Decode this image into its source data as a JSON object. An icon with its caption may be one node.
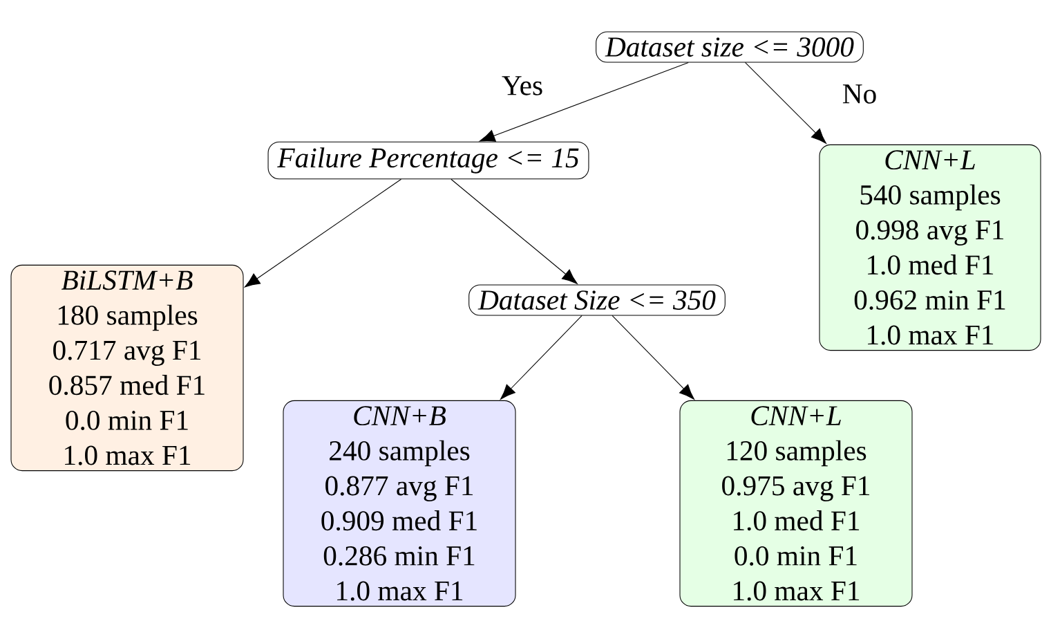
{
  "diagram": {
    "nodes": [
      {
        "text": [
          "Dataset size <= 3000"
        ]
      },
      {
        "text": [
          "Failure Percentage <= 15"
        ]
      },
      {
        "text": [
          "CNN+L",
          "540 samples",
          "0.998 avg F1",
          "1.0 med F1",
          "0.962 min F1",
          "1.0 max F1"
        ]
      },
      {
        "text": [
          "BiLSTM+B",
          "180 samples",
          "0.717 avg F1",
          "0.857 med F1",
          "0.0 min F1",
          "1.0 max F1"
        ]
      },
      {
        "text": [
          "Dataset Size <= 350"
        ]
      },
      {
        "text": [
          "CNN+B",
          "240 samples",
          "0.877 avg F1",
          "0.909 med F1",
          "0.286 min F1",
          "1.0 max F1"
        ]
      },
      {
        "text": [
          "CNN+L",
          "120 samples",
          "0.975 avg F1",
          "1.0 med F1",
          "0.0 min F1",
          "1.0 max F1"
        ]
      }
    ],
    "edges": [
      {
        "from": 0,
        "to": 1,
        "arrow": "to",
        "label": "Yes"
      },
      {
        "from": 0,
        "to": 2,
        "arrow": "to",
        "label": "No"
      },
      {
        "from": 1,
        "to": 3,
        "arrow": "to"
      },
      {
        "from": 1,
        "to": 4,
        "arrow": "to"
      },
      {
        "from": 4,
        "to": 5,
        "arrow": "to"
      },
      {
        "from": 4,
        "to": 6,
        "arrow": "to"
      }
    ]
  }
}
